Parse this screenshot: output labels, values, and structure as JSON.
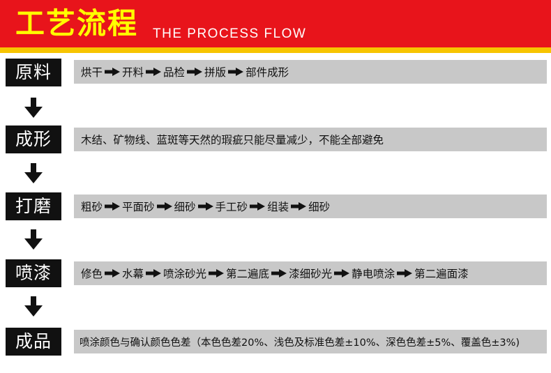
{
  "header": {
    "title": "工艺流程",
    "subtitle": "THE PROCESS FLOW",
    "colors": {
      "red": "#e8141b",
      "yellow_stripe": "#f7c400",
      "title": "#ffff00"
    }
  },
  "stages": [
    {
      "label": "原料",
      "steps": [
        "烘干",
        "开料",
        "品检",
        "拼版",
        "部件成形"
      ]
    },
    {
      "label": "成形",
      "text": "木结、矿物线、蓝斑等天然的瑕疵只能尽量减少，不能全部避免"
    },
    {
      "label": "打磨",
      "steps": [
        "粗砂",
        "平面砂",
        "细砂",
        "手工砂",
        "组装",
        "细砂"
      ]
    },
    {
      "label": "喷漆",
      "steps": [
        "修色",
        "水幕",
        "喷涂砂光",
        "第二遍底",
        "漆细砂光",
        "静电喷涂",
        "第二遍面漆"
      ]
    },
    {
      "label": "成品",
      "text": "喷涂颜色与确认颜色色差（本色色差20%、浅色及标准色差±10%、深色色差±5%、覆盖色±3%)"
    }
  ],
  "icons": {
    "step_separator": "arrow-right-icon",
    "stage_connector": "arrow-down-icon"
  }
}
